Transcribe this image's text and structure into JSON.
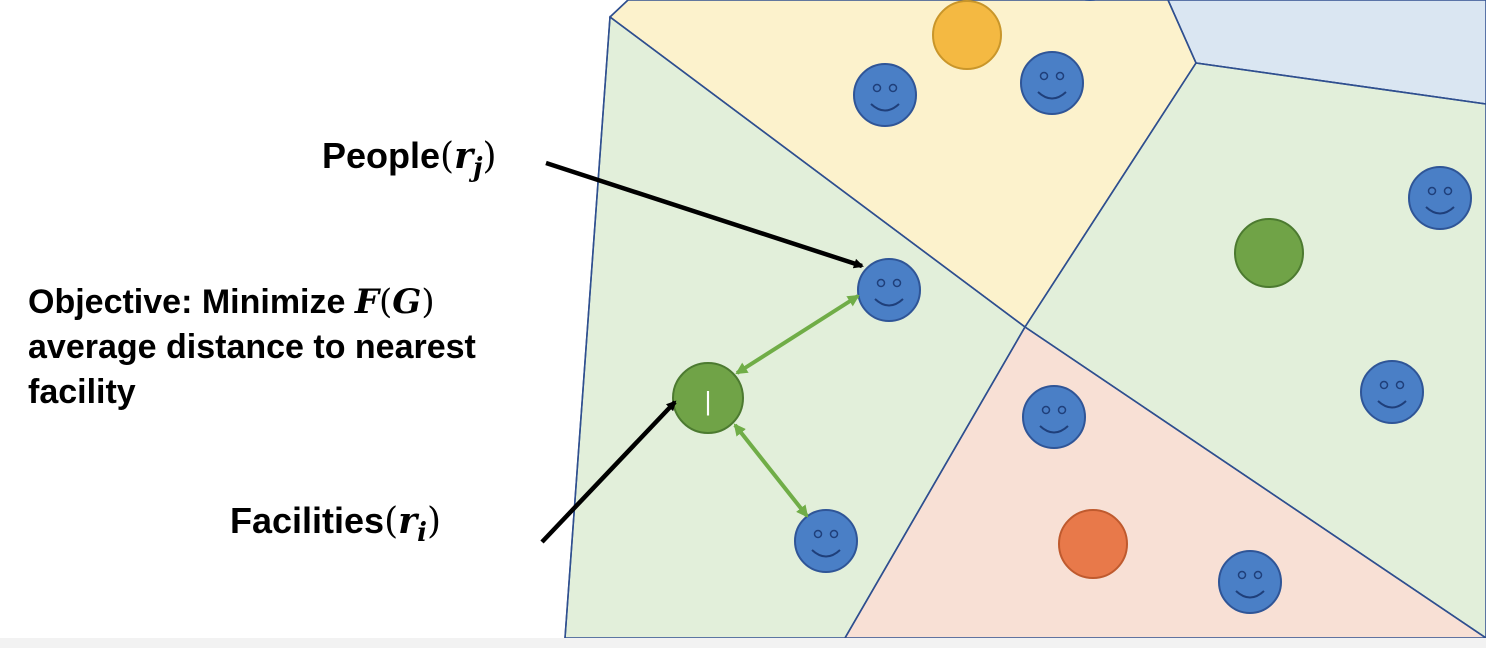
{
  "labels": {
    "people": {
      "text": "People",
      "math_open": "(",
      "math_var": "r",
      "math_sub": "j",
      "math_close": ")"
    },
    "facilities": {
      "text": "Facilities",
      "math_open": "(",
      "math_var": "r",
      "math_sub": "i",
      "math_close": ")"
    },
    "objective": {
      "line1_text": "Objective: Minimize ",
      "line1_math_fn": "F",
      "line1_math_open": "(",
      "line1_math_arg": "G",
      "line1_math_close": ")",
      "line2": "average distance to nearest",
      "line3": "facility"
    }
  },
  "facility_cursor_glyph": "|",
  "colors": {
    "region_yellow": "#fcf2cc",
    "region_green": "#e2efda",
    "region_blue": "#dae6f2",
    "region_peach": "#f8e0d5",
    "region_border": "#2f4f8f",
    "person_fill": "#4a7fc6",
    "person_stroke": "#2f5597",
    "person_face": "#ffffff",
    "facility_green": "#70a347",
    "facility_green_stroke": "#4c7a30",
    "facility_yellow": "#f4b942",
    "facility_yellow_stroke": "#c9962a",
    "facility_orange": "#e8794a",
    "facility_orange_stroke": "#bf5a2e",
    "link_arrow": "#70ad47",
    "pointer_arrow": "#000000"
  }
}
